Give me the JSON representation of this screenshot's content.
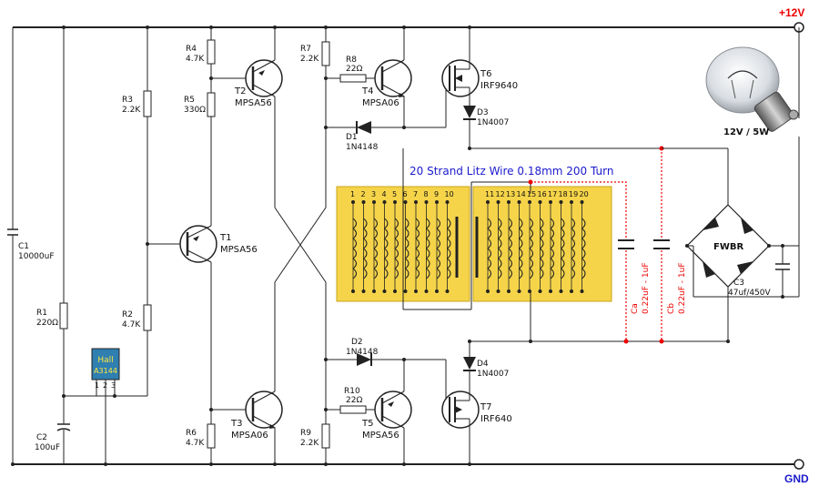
{
  "rails": {
    "vcc": "+12V",
    "gnd": "GND"
  },
  "colors": {
    "vcc": "#e00000",
    "gnd": "#1a1acc",
    "core": "#f5d44a",
    "litz": "#1a1acc",
    "cap_label": "#e00000"
  },
  "components": {
    "c1": {
      "ref": "C1",
      "value": "10000uF"
    },
    "r1": {
      "ref": "R1",
      "value": "220Ω"
    },
    "c2": {
      "ref": "C2",
      "value": "100uF"
    },
    "hall": {
      "name": "Hall",
      "part": "A3144",
      "pins": [
        "1",
        "2",
        "3"
      ]
    },
    "r3": {
      "ref": "R3",
      "value": "2.2K"
    },
    "r2": {
      "ref": "R2",
      "value": "4.7K"
    },
    "t1": {
      "ref": "T1",
      "part": "MPSA56"
    },
    "r4": {
      "ref": "R4",
      "value": "4.7K"
    },
    "r5": {
      "ref": "R5",
      "value": "330Ω"
    },
    "t2": {
      "ref": "T2",
      "part": "MPSA56"
    },
    "r6": {
      "ref": "R6",
      "value": "4.7K"
    },
    "t3": {
      "ref": "T3",
      "part": "MPSA06"
    },
    "r7": {
      "ref": "R7",
      "value": "2.2K"
    },
    "r8": {
      "ref": "R8",
      "value": "22Ω"
    },
    "t4": {
      "ref": "T4",
      "part": "MPSA06"
    },
    "d1": {
      "ref": "D1",
      "part": "1N4148"
    },
    "t6": {
      "ref": "T6",
      "part": "IRF9640"
    },
    "d3": {
      "ref": "D3",
      "part": "1N4007"
    },
    "d2": {
      "ref": "D2",
      "part": "1N4148"
    },
    "r10": {
      "ref": "R10",
      "value": "22Ω"
    },
    "t5": {
      "ref": "T5",
      "part": "MPSA56"
    },
    "r9": {
      "ref": "R9",
      "value": "2.2K"
    },
    "d4": {
      "ref": "D4",
      "part": "1N4007"
    },
    "t7": {
      "ref": "T7",
      "part": "IRF640"
    },
    "ca": {
      "ref": "Ca",
      "value": "0.22uF - 1uF"
    },
    "cb": {
      "ref": "Cb",
      "value": "0.22uF - 1uF"
    },
    "bridge": {
      "label": "FWBR"
    },
    "c3": {
      "ref": "C3",
      "value": "47uf/450V"
    },
    "lamp": {
      "label": "12V / 5W"
    }
  },
  "coil": {
    "label": "20 Strand Litz Wire  0.18mm  200 Turn",
    "taps": [
      "1",
      "2",
      "3",
      "4",
      "5",
      "6",
      "7",
      "8",
      "9",
      "10",
      "11",
      "12",
      "13",
      "14",
      "15",
      "16",
      "17",
      "18",
      "19",
      "20"
    ]
  }
}
